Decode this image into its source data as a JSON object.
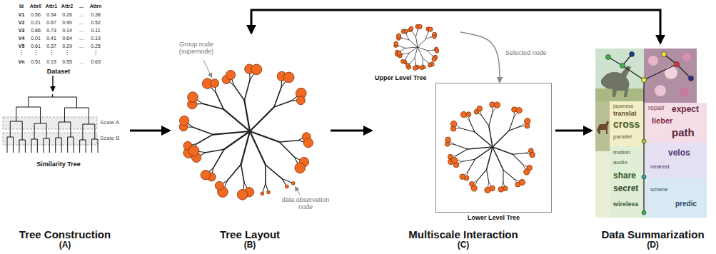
{
  "diagram": {
    "nodes": [
      {
        "text": [
          "Tree Construction",
          "(A)"
        ]
      },
      {
        "text": [
          "Dataset"
        ],
        "in": 0
      },
      {
        "text": [
          "Similarity Tree"
        ],
        "in": 0
      },
      {
        "text": [
          "Tree Layout",
          "(B)"
        ]
      },
      {
        "text": [
          "Multiscale Interaction",
          "(C)"
        ]
      },
      {
        "text": [
          "Upper Level Tree"
        ],
        "in": 4
      },
      {
        "text": [
          "Lower Level Tree"
        ],
        "in": 4
      },
      {
        "text": [
          "Data Summarization",
          "(D)"
        ]
      }
    ],
    "edges": [
      {
        "from": 0,
        "to": 3,
        "arrow": "to"
      },
      {
        "from": 3,
        "to": 4,
        "arrow": "to"
      },
      {
        "from": 4,
        "to": 7,
        "arrow": "to"
      },
      {
        "from": 3,
        "to": 7,
        "arrow": "both"
      },
      {
        "from": 1,
        "to": 2,
        "arrow": "to"
      },
      {
        "from": 5,
        "to": 6,
        "label": "Selected node",
        "arrow": "to"
      }
    ],
    "labels": [
      "Id",
      "Attr0",
      "Attr1",
      "Attr2",
      "...",
      "Attrn",
      "V1",
      "0.56",
      "0.34",
      "0.26",
      "...",
      "0.38",
      "V2",
      "0.21",
      "0.67",
      "0.90",
      "...",
      "0.52",
      "V3",
      "0.86",
      "0.73",
      "0.14",
      "...",
      "0.11",
      "V4",
      "0.01",
      "0.41",
      "0.64",
      "...",
      "0.19",
      "V5",
      "0.61",
      "0.37",
      "0.29",
      "...",
      "0.25",
      "⋮",
      "⋮",
      "⋮",
      "⋮",
      "⋮",
      "Vn",
      "0.51",
      "0.19",
      "0.55",
      "...",
      "0.63",
      "Scale A",
      "Scale B",
      "Group node (supernode)",
      "data observation node",
      "japanese",
      "translat",
      "cross",
      "parallel",
      "repair",
      "expect",
      "lieber",
      "path",
      "velos",
      "nearest",
      "motion",
      "audio",
      "share",
      "secret",
      "wireless",
      "scheme",
      "predic"
    ]
  }
}
